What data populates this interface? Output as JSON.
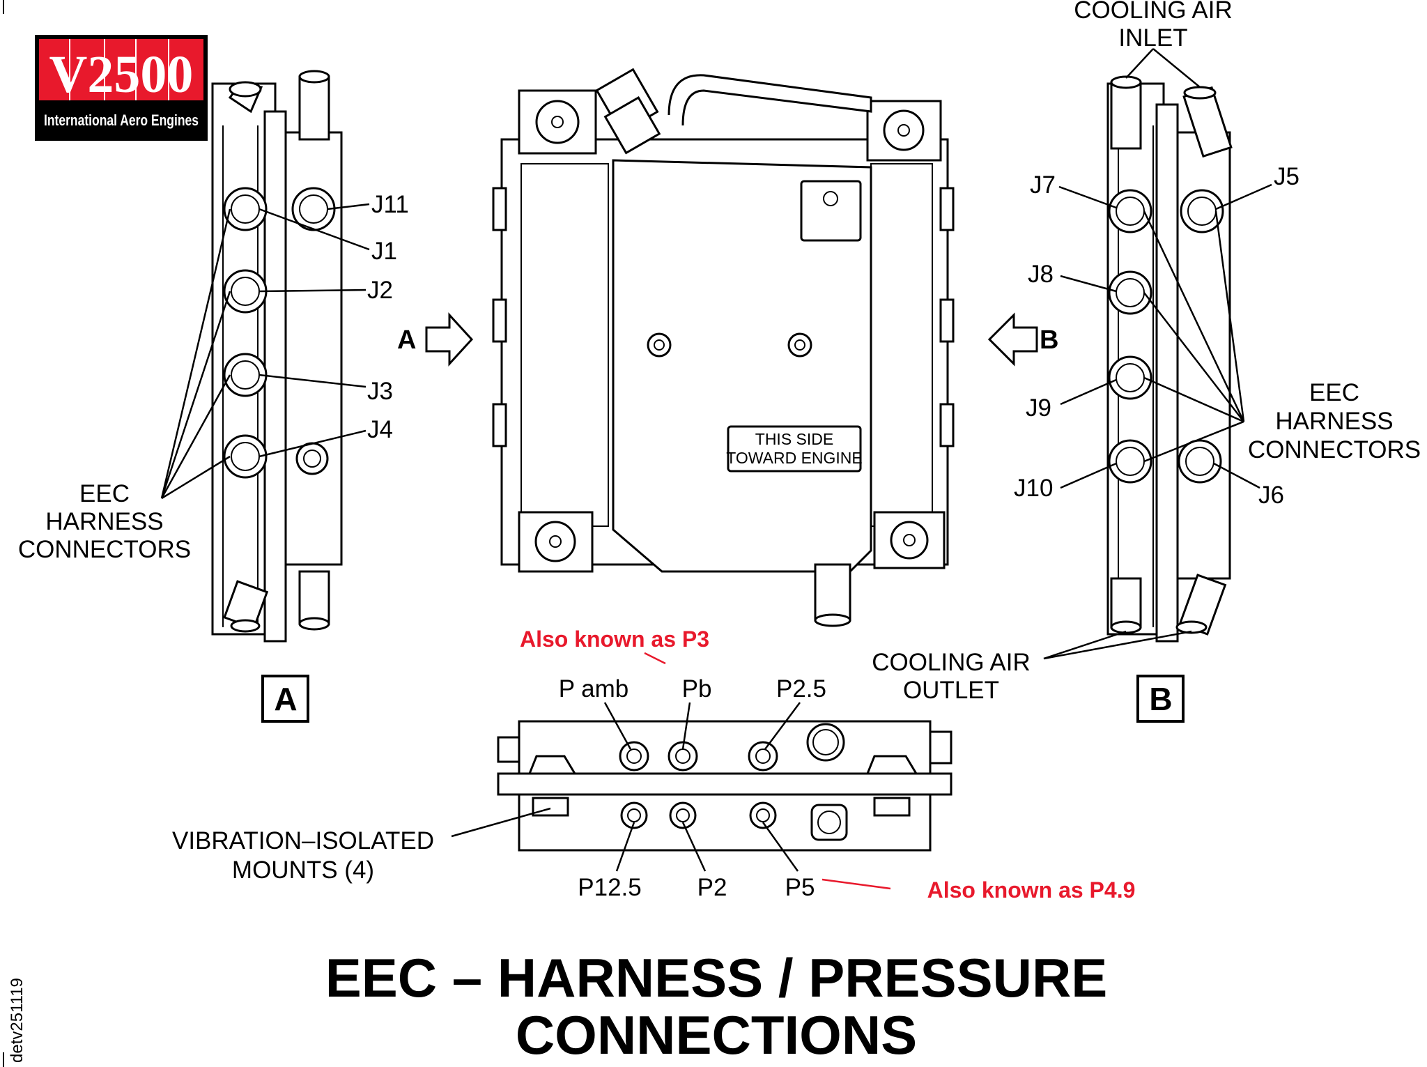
{
  "logo": {
    "brand": "V2500",
    "tagline": "International Aero Engines",
    "brand_color": "#e8192c"
  },
  "view_a": {
    "box_label": "A",
    "arrow_label": "A",
    "connectors": [
      "J11",
      "J1",
      "J2",
      "J3",
      "J4"
    ],
    "group_label": [
      "EEC",
      "HARNESS",
      "CONNECTORS"
    ]
  },
  "view_b": {
    "box_label": "B",
    "arrow_label": "B",
    "connectors": [
      "J7",
      "J5",
      "J8",
      "J9",
      "J10",
      "J6"
    ],
    "group_label": [
      "EEC",
      "HARNESS",
      "CONNECTORS"
    ],
    "inlet_label": [
      "COOLING AIR",
      "INLET"
    ],
    "outlet_label": [
      "COOLING AIR",
      "OUTLET"
    ]
  },
  "center": {
    "plate_text": [
      "THIS SIDE",
      "TOWARD ENGINE"
    ]
  },
  "bottom_view": {
    "top_ports": [
      "P amb",
      "Pb",
      "P2.5"
    ],
    "bottom_ports": [
      "P12.5",
      "P2",
      "P5"
    ],
    "mounts_label": [
      "VIBRATION–ISOLATED",
      "MOUNTS (4)"
    ],
    "note_pb": "Also known as P3",
    "note_p5": "Also known as P4.9",
    "note_color": "#e8192c"
  },
  "title": [
    "EEC – HARNESS / PRESSURE",
    "CONNECTIONS"
  ],
  "doc_id": "detv251119"
}
